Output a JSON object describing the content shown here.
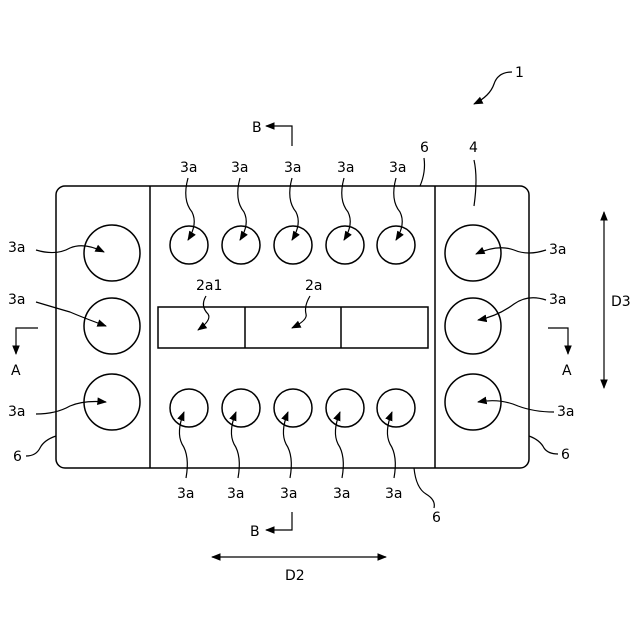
{
  "labels": {
    "device": "1",
    "sealing_member": "6",
    "frame": "4",
    "chip": "2a",
    "chip_part": "2a1",
    "bump": "3a",
    "section_a": "A",
    "section_b": "B",
    "direction_horizontal": "D2",
    "direction_vertical": "D3"
  }
}
